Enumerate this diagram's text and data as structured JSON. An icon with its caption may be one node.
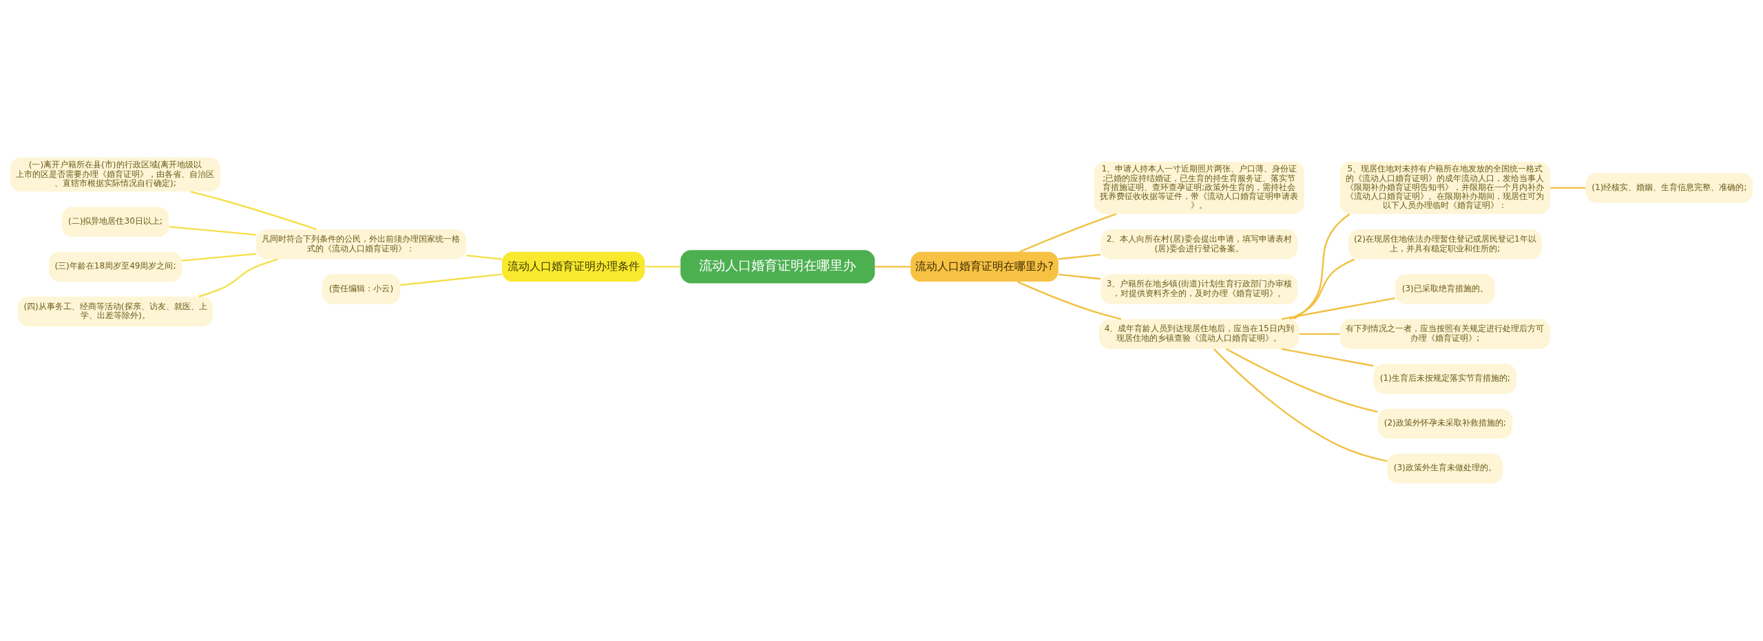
{
  "diagram": {
    "nodes": [
      {
        "text": [
          "流动人口婚育证明在哪里办"
        ]
      },
      {
        "text": [
          "流动人口婚育证明办理条件"
        ]
      },
      {
        "text": [
          "凡同时符合下列条件的公民，外出前须办理国家统一格式的《流动人口婚育证明》："
        ]
      },
      {
        "text": [
          "(一)离开户籍所在县(市)的行政区域(离开地级以上市的区是否需要办理《婚育证明》，由各省、自治区、直辖市根据实际情况自行确定);"
        ]
      },
      {
        "text": [
          "(二)拟异地居住30日以上;"
        ]
      },
      {
        "text": [
          "(三)年龄在18周岁至49周岁之间;"
        ]
      },
      {
        "text": [
          "(四)从事务工、经商等活动(探亲、访友、就医、上学、出差等除外)。"
        ]
      },
      {
        "text": [
          "(责任编辑：小云)"
        ]
      },
      {
        "text": [
          "流动人口婚育证明在哪里办?"
        ]
      },
      {
        "text": [
          "1、申请人持本人一寸近期照片两张、户口薄、身份证;已婚的应持结婚证，已生育的持生育服务证、落实节育措施证明、查环查孕证明;政策外生育的，需持社会抚养费征收收据等证件，带《流动人口婚育证明申请表》。"
        ]
      },
      {
        "text": [
          "2、本人向所在村(居)委会提出申请，填写申请表村(居)委会进行登记备案。"
        ]
      },
      {
        "text": [
          "3、户籍所在地乡镇(街道)计划生育行政部门办审核，对提供资料齐全的，及时办理《婚育证明》。"
        ]
      },
      {
        "text": [
          "4、成年育龄人员到达现居住地后，应当在15日内到现居住地的乡镇查验《流动人口婚育证明》。"
        ]
      },
      {
        "text": [
          "5、现居住地对未持有户籍所在地发放的全国统一格式的《流动人口婚育证明》的成年流动人口，发给当事人《限期补办婚育证明告知书》，并限期在一个月内补办《流动人口婚育证明》。在限期补办期间，现居住可为以下人员办理临时《婚育证明》："
        ]
      },
      {
        "text": [
          "(1)经核实、婚姻、生育信息完整、准确的;"
        ]
      },
      {
        "text": [
          "(2)在现居住地依法办理暂住登记或居民登记1年以上，并具有稳定职业和住所的;"
        ]
      },
      {
        "text": [
          "(3)已采取绝育措施的。"
        ]
      },
      {
        "text": [
          "有下列情况之一者，应当按照有关规定进行处理后方可办理《婚育证明》;"
        ]
      },
      {
        "text": [
          "(1)生育后未按规定落实节育措施的;"
        ]
      },
      {
        "text": [
          "(2)政策外怀孕未采取补救措施的;"
        ]
      },
      {
        "text": [
          "(3)政策外生育未做处理的。"
        ]
      }
    ],
    "edges": [
      {
        "from": 0,
        "to": 1,
        "arrow": "none",
        "color": "#f5e04a"
      },
      {
        "from": 1,
        "to": 2,
        "arrow": "none",
        "color": "#f5e04a"
      },
      {
        "from": 2,
        "to": 3,
        "arrow": "none",
        "color": "#f5e04a"
      },
      {
        "from": 2,
        "to": 4,
        "arrow": "none",
        "color": "#f5e04a"
      },
      {
        "from": 2,
        "to": 5,
        "arrow": "none",
        "color": "#f5e04a"
      },
      {
        "from": 2,
        "to": 6,
        "arrow": "none",
        "color": "#f5e04a"
      },
      {
        "from": 1,
        "to": 7,
        "arrow": "none",
        "color": "#f5e04a"
      },
      {
        "from": 0,
        "to": 8,
        "arrow": "none"
      },
      {
        "from": 8,
        "to": 9,
        "arrow": "none"
      },
      {
        "from": 8,
        "to": 10,
        "arrow": "none"
      },
      {
        "from": 8,
        "to": 11,
        "arrow": "none"
      },
      {
        "from": 8,
        "to": 12,
        "arrow": "none"
      },
      {
        "from": 12,
        "to": 13,
        "arrow": "none"
      },
      {
        "from": 13,
        "to": 14,
        "arrow": "none"
      },
      {
        "from": 12,
        "to": 15,
        "arrow": "none"
      },
      {
        "from": 12,
        "to": 16,
        "arrow": "none"
      },
      {
        "from": 12,
        "to": 17,
        "arrow": "none"
      },
      {
        "from": 12,
        "to": 18,
        "arrow": "none"
      },
      {
        "from": 12,
        "to": 19,
        "arrow": "none"
      },
      {
        "from": 12,
        "to": 20,
        "arrow": "none"
      }
    ]
  }
}
